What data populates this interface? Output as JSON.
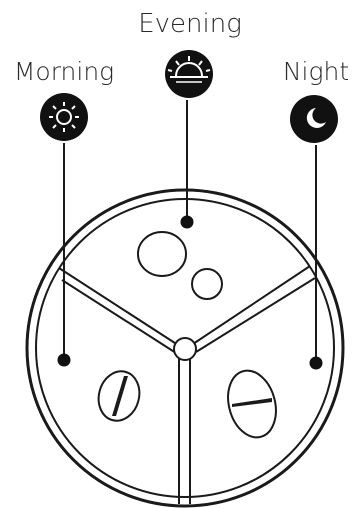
{
  "labels": {
    "morning": "Morning",
    "evening": "Evening",
    "night": "Night"
  },
  "icons": {
    "morning": "sun-icon",
    "evening": "sunset-icon",
    "night": "moon-icon"
  },
  "colors": {
    "ink": "#1a1a1a",
    "icon_bg": "#111111",
    "icon_fg": "#ffffff",
    "background": "#ffffff"
  }
}
